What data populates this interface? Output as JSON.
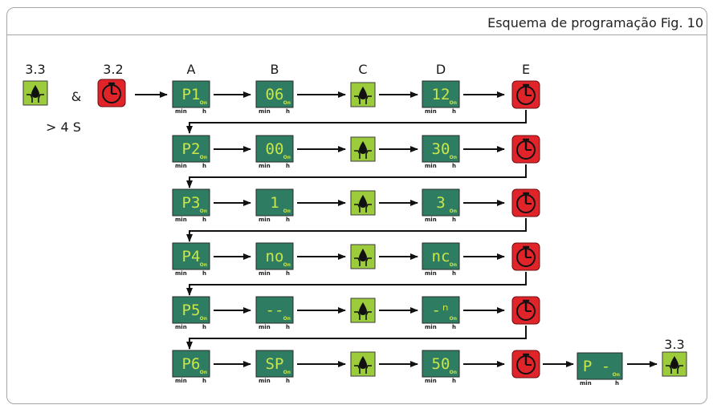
{
  "figure": {
    "title": "Esquema de programação Fig. 10"
  },
  "start": {
    "button_left_label": "3.3",
    "button_right_label": "3.2",
    "and_symbol": "&",
    "hold_time": "> 4 S"
  },
  "columns": [
    "A",
    "B",
    "C",
    "D",
    "E"
  ],
  "display_labels": {
    "on": "On",
    "min": "min",
    "h": "h"
  },
  "rows": [
    {
      "param": "P1",
      "value_b": "06",
      "value_d": "12"
    },
    {
      "param": "P2",
      "value_b": "00",
      "value_d": "30"
    },
    {
      "param": "P3",
      "value_b": "1",
      "value_d": "3"
    },
    {
      "param": "P4",
      "value_b": "no",
      "value_d": "nc"
    },
    {
      "param": "P5",
      "value_b": "--",
      "value_d": "-ⁿ"
    },
    {
      "param": "P6",
      "value_b": "SP",
      "value_d": "50"
    }
  ],
  "final": {
    "display_text": "P -",
    "end_button_label": "3.3"
  },
  "colors": {
    "display": "#2e7d62",
    "segment": "#c8e64a",
    "green_button": "#9ccc3c",
    "red_button": "#e0242a"
  },
  "icons": {
    "green_button": "drop-icon",
    "red_button": "timer-icon"
  }
}
